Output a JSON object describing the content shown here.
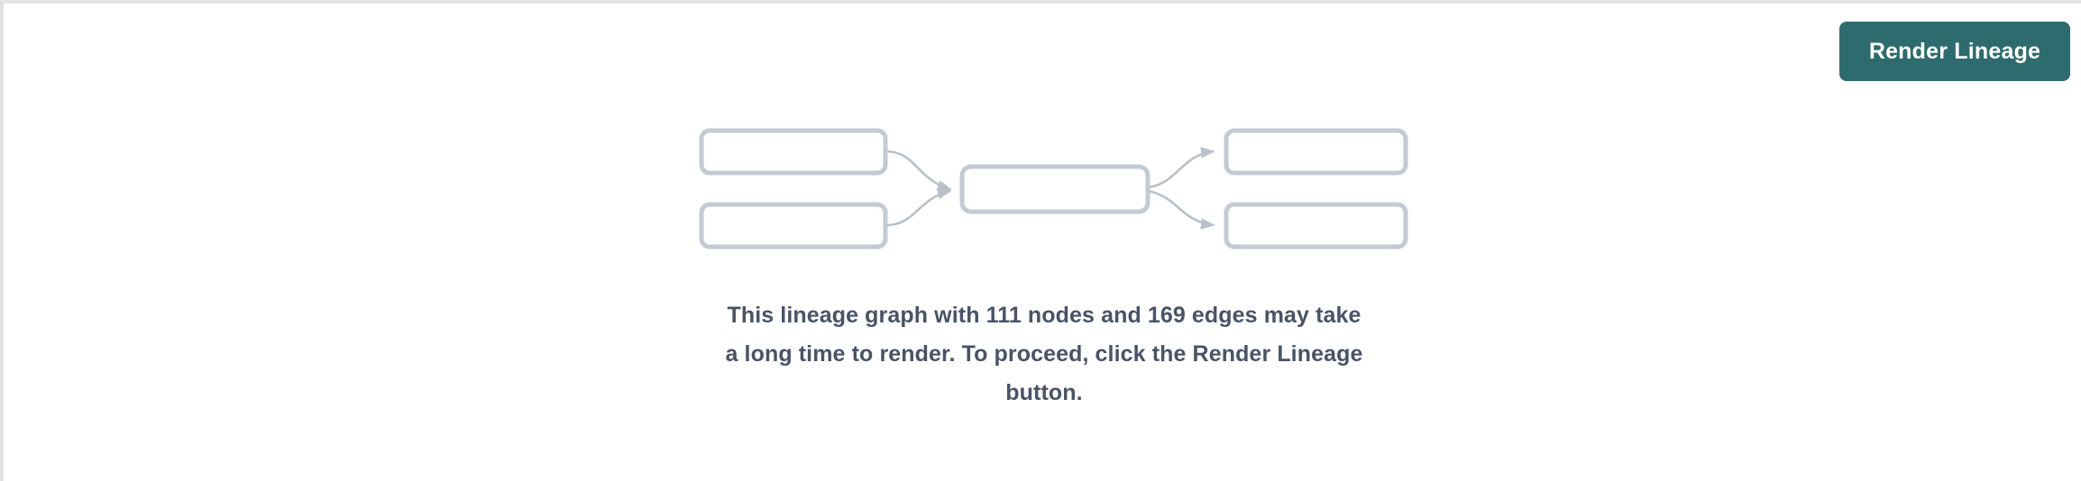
{
  "panel": {
    "background_color": "#ffffff",
    "border_color": "#e3e5e8"
  },
  "toolbar": {
    "render_lineage_label": "Render Lineage",
    "accent_color": "#2e6b6e",
    "accent_text_color": "#ffffff"
  },
  "graph_placeholder": {
    "node_count_shown": 5,
    "node_border_color": "#c3cad3",
    "node_fill_color": "#ffffff",
    "edge_color": "#b9c0c9",
    "nodes": [
      {
        "id": "left-top",
        "label": ""
      },
      {
        "id": "left-bottom",
        "label": ""
      },
      {
        "id": "center",
        "label": ""
      },
      {
        "id": "right-top",
        "label": ""
      },
      {
        "id": "right-bottom",
        "label": ""
      }
    ],
    "edges": [
      {
        "from": "left-top",
        "to": "center"
      },
      {
        "from": "left-bottom",
        "to": "center"
      },
      {
        "from": "center",
        "to": "right-top"
      },
      {
        "from": "center",
        "to": "right-bottom"
      }
    ]
  },
  "message": {
    "text_color": "#4a5366",
    "node_count": 111,
    "edge_count": 169,
    "line1": "This lineage graph with 111 nodes and 169 edges may take",
    "line2": "a long time to render. To proceed, click the Render Lineage",
    "line3": "button.",
    "full_text": "This lineage graph with 111 nodes and 169 edges may take a long time to render. To proceed, click the Render Lineage button."
  }
}
